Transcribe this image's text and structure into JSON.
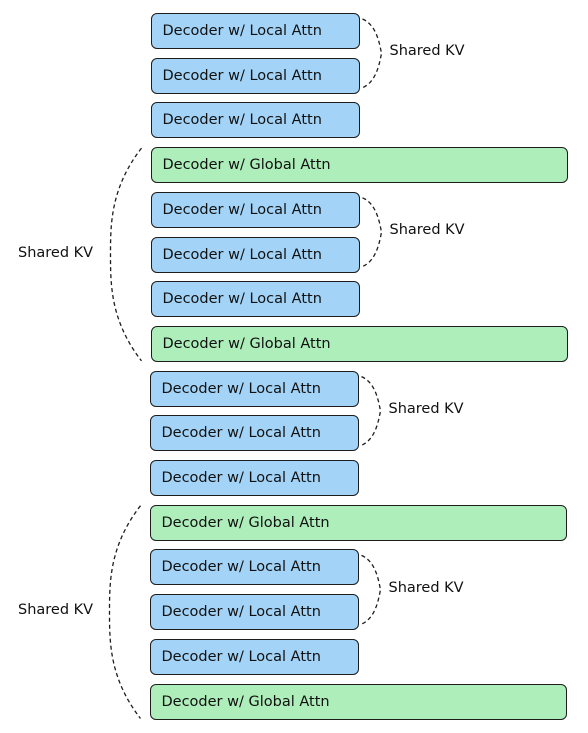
{
  "blocks": [
    {
      "type": "local",
      "label": "Decoder w/ Local Attn"
    },
    {
      "type": "local",
      "label": "Decoder w/ Local Attn"
    },
    {
      "type": "local",
      "label": "Decoder w/ Local Attn"
    },
    {
      "type": "global",
      "label": "Decoder w/ Global Attn"
    },
    {
      "type": "local",
      "label": "Decoder w/ Local Attn"
    },
    {
      "type": "local",
      "label": "Decoder w/ Local Attn"
    },
    {
      "type": "local",
      "label": "Decoder w/ Local Attn"
    },
    {
      "type": "global",
      "label": "Decoder w/ Global Attn"
    },
    {
      "type": "local",
      "label": "Decoder w/ Local Attn"
    },
    {
      "type": "local",
      "label": "Decoder w/ Local Attn"
    },
    {
      "type": "local",
      "label": "Decoder w/ Local Attn"
    },
    {
      "type": "global",
      "label": "Decoder w/ Global Attn"
    },
    {
      "type": "local",
      "label": "Decoder w/ Local Attn"
    },
    {
      "type": "local",
      "label": "Decoder w/ Local Attn"
    },
    {
      "type": "local",
      "label": "Decoder w/ Local Attn"
    },
    {
      "type": "global",
      "label": "Decoder w/ Global Attn"
    }
  ],
  "local_shares": [
    {
      "label": "Shared KV",
      "from_block": 0,
      "to_block": 1
    },
    {
      "label": "Shared KV",
      "from_block": 4,
      "to_block": 5
    },
    {
      "label": "Shared KV",
      "from_block": 8,
      "to_block": 9
    },
    {
      "label": "Shared KV",
      "from_block": 12,
      "to_block": 13
    }
  ],
  "global_shares": [
    {
      "label": "Shared KV",
      "from_block": 3,
      "to_block": 7
    },
    {
      "label": "Shared KV",
      "from_block": 11,
      "to_block": 15
    }
  ],
  "colors": {
    "local_fill": "#a3d4f8",
    "global_fill": "#aeeeba",
    "stroke": "#1d1d1d"
  }
}
